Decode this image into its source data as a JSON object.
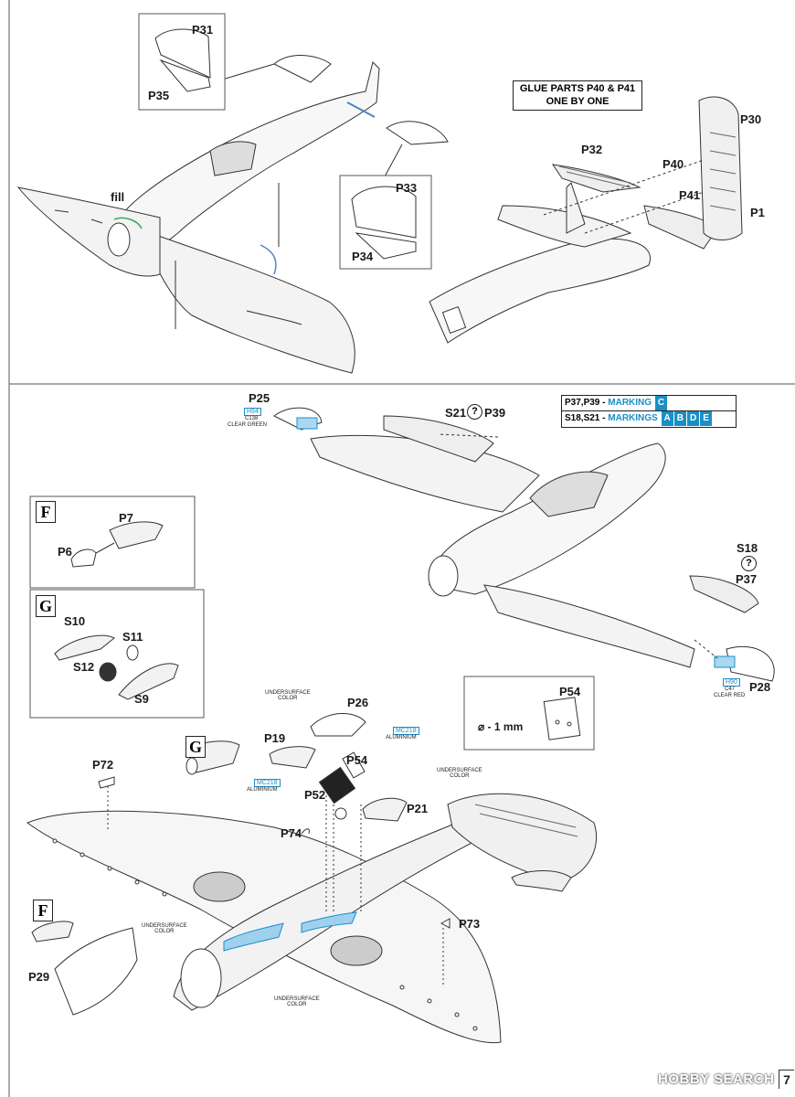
{
  "notes": {
    "glue_line1": "GLUE PARTS P40 & P41",
    "glue_line2": "ONE BY ONE",
    "fill": "fill",
    "undersurface": "UNDERSURFACE",
    "color_word": "COLOR",
    "aluminium": "ALUMINIUM",
    "clear_green": "CLEAR GREEN",
    "clear_red": "CLEAR RED",
    "drill": "⌀ - 1 mm"
  },
  "colors": {
    "h94": "H94",
    "c138": "C138",
    "h90": "H90",
    "c47": "C47",
    "mc218": "MC218",
    "accent": "#1a8fc6"
  },
  "markings": {
    "row1_parts": "P37,P39 -",
    "row1_label": "MARKING",
    "row1_letters": [
      "C"
    ],
    "row2_parts": "S18,S21 -",
    "row2_label": "MARKINGS",
    "row2_letters": [
      "A",
      "B",
      "D",
      "E"
    ]
  },
  "variants": {
    "f": "F",
    "g": "G"
  },
  "parts": {
    "p31": "P31",
    "p35": "P35",
    "p33": "P33",
    "p34": "P34",
    "p30": "P30",
    "p32": "P32",
    "p40": "P40",
    "p41": "P41",
    "p1": "P1",
    "p25": "P25",
    "s21": "S21",
    "p39": "P39",
    "s18": "S18",
    "p37": "P37",
    "p28": "P28",
    "p7": "P7",
    "p6": "P6",
    "s10": "S10",
    "s11": "S11",
    "s12": "S12",
    "s9": "S9",
    "p54": "P54",
    "p26": "P26",
    "p19": "P19",
    "p72": "P72",
    "p52": "P52",
    "p21": "P21",
    "p74": "P74",
    "p73": "P73",
    "p29": "P29"
  },
  "page": {
    "number": "7",
    "watermark": "HOBBY SEARCH"
  }
}
